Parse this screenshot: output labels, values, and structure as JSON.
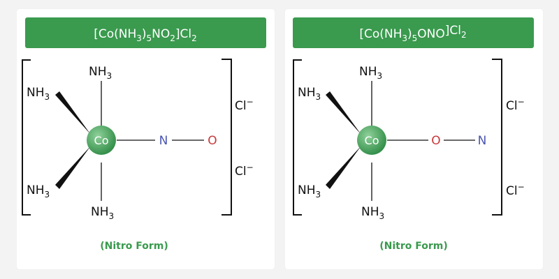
{
  "colors": {
    "banner": "#3a9a4e",
    "caption": "#3a9a4e",
    "cobalt_light": "#8fd19a",
    "cobalt_dark": "#2e8b45",
    "nitrogen": "#4a56b0",
    "oxygen": "#c8383c"
  },
  "cards": [
    {
      "formula": {
        "open": "[Co(NH",
        "sub1": "3",
        "mid": ")",
        "sub2": "5",
        "group": "NO",
        "sub3": "2",
        "close": "]Cl",
        "sub4": "2"
      },
      "metal": "Co",
      "ligands": {
        "top": "NH",
        "upper_left": "NH",
        "lower_left": "NH",
        "bottom": "NH",
        "sub": "3"
      },
      "axial": {
        "first_atom": "N",
        "second_atom": "O"
      },
      "counterion": {
        "symbol": "Cl",
        "charge": "−"
      },
      "caption": "(Nitro Form)"
    },
    {
      "formula": {
        "open": "[Co(NH",
        "sub1": "3",
        "mid": ")",
        "sub2": "5",
        "group": "ONO",
        "sub3": "",
        "close": "]Cl",
        "sub4": "2"
      },
      "metal": "Co",
      "ligands": {
        "top": "NH",
        "upper_left": "NH",
        "lower_left": "NH",
        "bottom": "NH",
        "sub": "3"
      },
      "axial": {
        "first_atom": "O",
        "second_atom": "N"
      },
      "counterion": {
        "symbol": "Cl",
        "charge": "−"
      },
      "caption": "(Nitro Form)"
    }
  ]
}
